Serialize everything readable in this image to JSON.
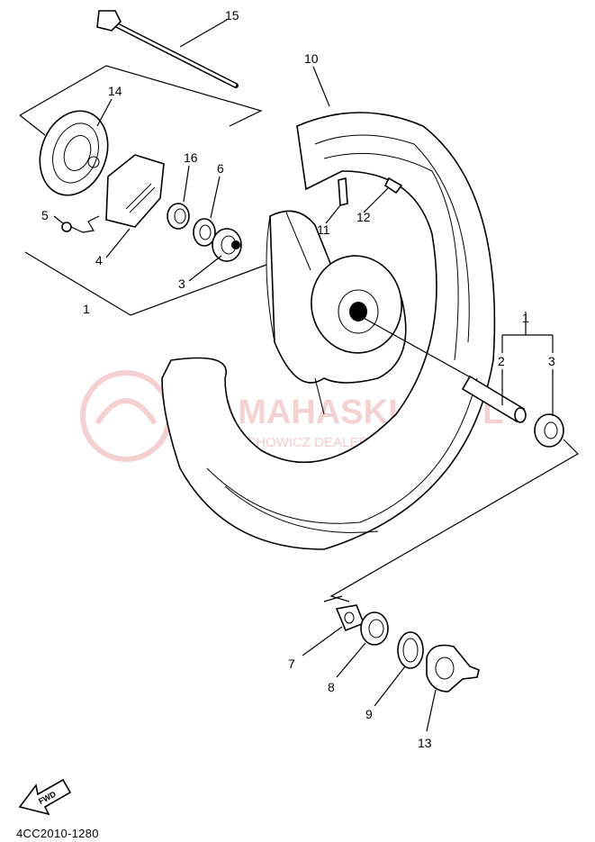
{
  "diagram": {
    "code": "4CC2010-1280",
    "fwd_label": "FWD",
    "watermark": {
      "line1": "YAMAHASKLEP.PL",
      "line2": "WOJCIECHOWICZ DEALER YAMAHA"
    },
    "callouts": [
      "15",
      "14",
      "16",
      "6",
      "10",
      "5",
      "4",
      "3",
      "1",
      "11",
      "12",
      "1",
      "2",
      "3",
      "7",
      "8",
      "9",
      "13"
    ]
  }
}
